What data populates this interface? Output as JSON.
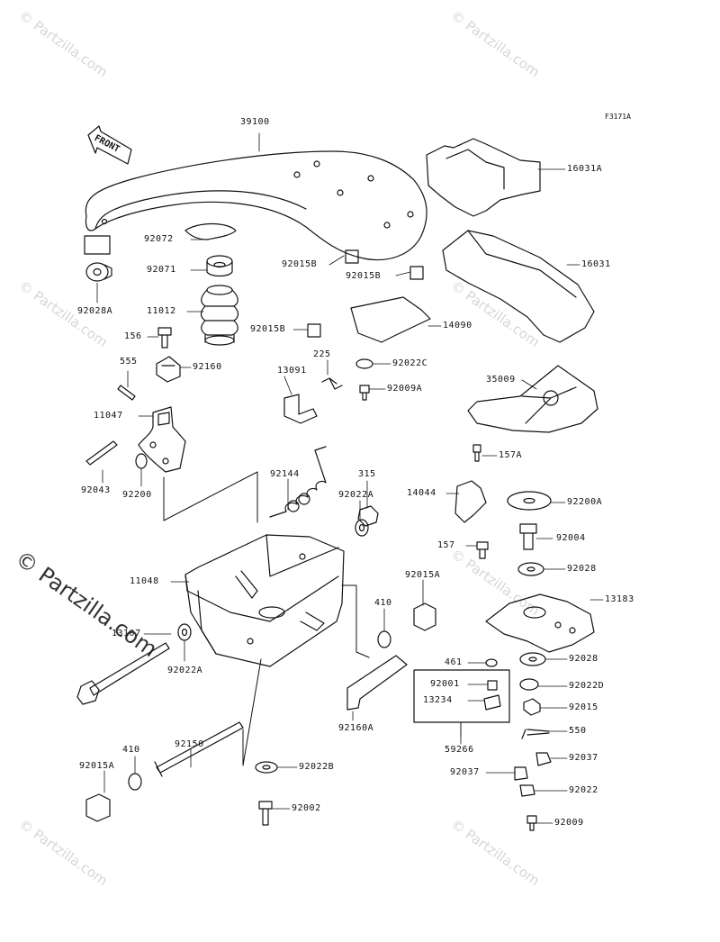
{
  "figure_code": "F3171A",
  "front_label": "FRONT",
  "watermark": {
    "small": "© Partzilla.com",
    "big": "© Partzilla.com"
  },
  "parts": [
    {
      "id": "p39100",
      "label": "39100"
    },
    {
      "id": "p16031A",
      "label": "16031A"
    },
    {
      "id": "p16031",
      "label": "16031"
    },
    {
      "id": "p92072",
      "label": "92072"
    },
    {
      "id": "p92071",
      "label": "92071"
    },
    {
      "id": "p92015B_1",
      "label": "92015B"
    },
    {
      "id": "p92015B_2",
      "label": "92015B"
    },
    {
      "id": "p92015B_3",
      "label": "92015B"
    },
    {
      "id": "p92028A",
      "label": "92028A"
    },
    {
      "id": "p11012",
      "label": "11012"
    },
    {
      "id": "p156",
      "label": "156"
    },
    {
      "id": "p14090",
      "label": "14090"
    },
    {
      "id": "p225",
      "label": "225"
    },
    {
      "id": "p92022C",
      "label": "92022C"
    },
    {
      "id": "p555",
      "label": "555"
    },
    {
      "id": "p92160",
      "label": "92160"
    },
    {
      "id": "p13091",
      "label": "13091"
    },
    {
      "id": "p92009A",
      "label": "92009A"
    },
    {
      "id": "p35009",
      "label": "35009"
    },
    {
      "id": "p11047",
      "label": "11047"
    },
    {
      "id": "p157A",
      "label": "157A"
    },
    {
      "id": "p92144",
      "label": "92144"
    },
    {
      "id": "p315",
      "label": "315"
    },
    {
      "id": "p92043",
      "label": "92043"
    },
    {
      "id": "p92200",
      "label": "92200"
    },
    {
      "id": "p92022A_1",
      "label": "92022A"
    },
    {
      "id": "p14044",
      "label": "14044"
    },
    {
      "id": "p92200A",
      "label": "92200A"
    },
    {
      "id": "p92004",
      "label": "92004"
    },
    {
      "id": "p157",
      "label": "157"
    },
    {
      "id": "p92028_1",
      "label": "92028"
    },
    {
      "id": "p11048",
      "label": "11048"
    },
    {
      "id": "p92015A_1",
      "label": "92015A"
    },
    {
      "id": "p13183",
      "label": "13183"
    },
    {
      "id": "p410_1",
      "label": "410"
    },
    {
      "id": "p13107",
      "label": "13107"
    },
    {
      "id": "p92022A_2",
      "label": "92022A"
    },
    {
      "id": "p461",
      "label": "461"
    },
    {
      "id": "p92028_2",
      "label": "92028"
    },
    {
      "id": "p92001",
      "label": "92001"
    },
    {
      "id": "p92022D",
      "label": "92022D"
    },
    {
      "id": "p13234",
      "label": "13234"
    },
    {
      "id": "p92015",
      "label": "92015"
    },
    {
      "id": "p92160A",
      "label": "92160A"
    },
    {
      "id": "p550",
      "label": "550"
    },
    {
      "id": "p59266",
      "label": "59266"
    },
    {
      "id": "p92150",
      "label": "92150"
    },
    {
      "id": "p410_2",
      "label": "410"
    },
    {
      "id": "p92037_1",
      "label": "92037"
    },
    {
      "id": "p92015A_2",
      "label": "92015A"
    },
    {
      "id": "p92022B",
      "label": "92022B"
    },
    {
      "id": "p92037_2",
      "label": "92037"
    },
    {
      "id": "p92022",
      "label": "92022"
    },
    {
      "id": "p92002",
      "label": "92002"
    },
    {
      "id": "p92009",
      "label": "92009"
    }
  ]
}
